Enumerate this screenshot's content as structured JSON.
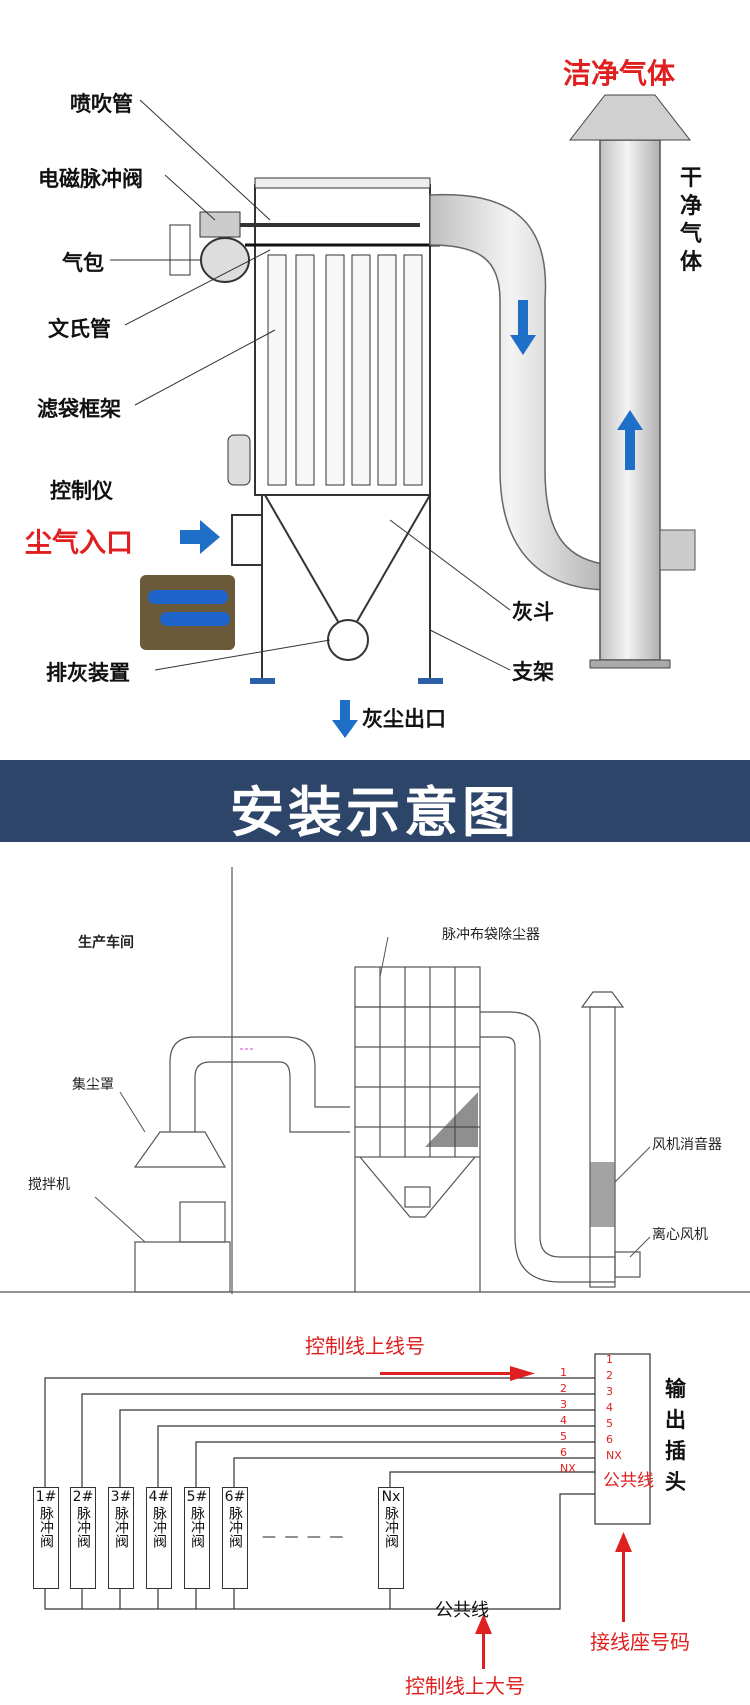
{
  "diagram1": {
    "labels": {
      "blow_pipe": "喷吹管",
      "solenoid_valve": "电磁脉冲阀",
      "air_bag": "气包",
      "venturi": "文氏管",
      "bag_frame": "滤袋框架",
      "controller": "控制仪",
      "inlet": "尘气入口",
      "discharge_device": "排灰装置",
      "hopper": "灰斗",
      "support": "支架",
      "dust_outlet": "灰尘出口",
      "clean_gas_top": "洁净气体",
      "clean_gas_side": "干净气体"
    }
  },
  "banner": {
    "title": "安装示意图"
  },
  "diagram2": {
    "labels": {
      "workshop": "生产车间",
      "hood": "集尘罩",
      "mixer": "搅拌机",
      "collector": "脉冲布袋除尘器",
      "silencer": "风机消音器",
      "fan": "离心风机"
    }
  },
  "diagram3": {
    "top_note": "控制线上线号",
    "output_plug": "输出插头",
    "wire_numbers": [
      "1",
      "2",
      "3",
      "4",
      "5",
      "6",
      "NX"
    ],
    "common_line_box": "公共线",
    "common_line": "公共线",
    "bottom_note": "控制线上大号",
    "socket_note": "接线座号码",
    "valves": [
      {
        "num": "1#",
        "text": "脉冲阀"
      },
      {
        "num": "2#",
        "text": "脉冲阀"
      },
      {
        "num": "3#",
        "text": "脉冲阀"
      },
      {
        "num": "4#",
        "text": "脉冲阀"
      },
      {
        "num": "5#",
        "text": "脉冲阀"
      },
      {
        "num": "6#",
        "text": "脉冲阀"
      },
      {
        "num": "Nx",
        "text": "脉冲阀"
      }
    ],
    "ellipsis": "— — — —"
  },
  "colors": {
    "banner_bg": "#2d4569",
    "red": "#e02020",
    "arrow_blue": "#1f6fc8",
    "pipe_grey": "#dcdcdc"
  }
}
